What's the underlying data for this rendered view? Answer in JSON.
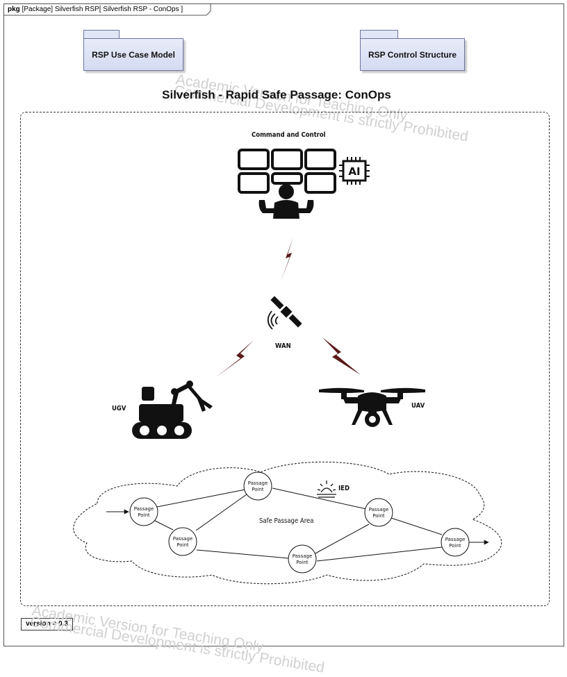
{
  "frame": {
    "kind": "pkg",
    "header": "[Package] Silverfish RSP[ Silverfish RSP - ConOps ]"
  },
  "packages": [
    {
      "label": "RSP Use Case Model"
    },
    {
      "label": "RSP Control Structure"
    }
  ],
  "diagram_title": "Silverfish - Rapid Safe Passage: ConOps",
  "labels": {
    "command_control": "Command and Control",
    "ai_chip": "AI",
    "wan": "WAN",
    "ugv": "UGV",
    "uav": "UAV",
    "ied": "IED",
    "safe_area": "Safe Passage Area"
  },
  "passage_points": [
    {
      "line1": "Passage",
      "line2": "Point"
    },
    {
      "line1": "Passage",
      "line2": "Point"
    },
    {
      "line1": "Passage",
      "line2": "Point"
    },
    {
      "line1": "Passage",
      "line2": "Point"
    },
    {
      "line1": "Passage",
      "line2": "Point"
    },
    {
      "line1": "Passage",
      "line2": "Point"
    }
  ],
  "version": "version = 0.3",
  "watermarks": [
    {
      "line1": "Academic Version for Teaching Only",
      "line2": "Commercial Development is strictly Prohibited"
    },
    {
      "line1": "Academic Version for Teaching Only",
      "line2": "Commercial Development is strictly Prohibited"
    }
  ],
  "colors": {
    "package_fill": "#d4dbf2",
    "package_border": "#6b74a0",
    "link_bolt": "#5a1a1a",
    "icon": "#111111"
  }
}
